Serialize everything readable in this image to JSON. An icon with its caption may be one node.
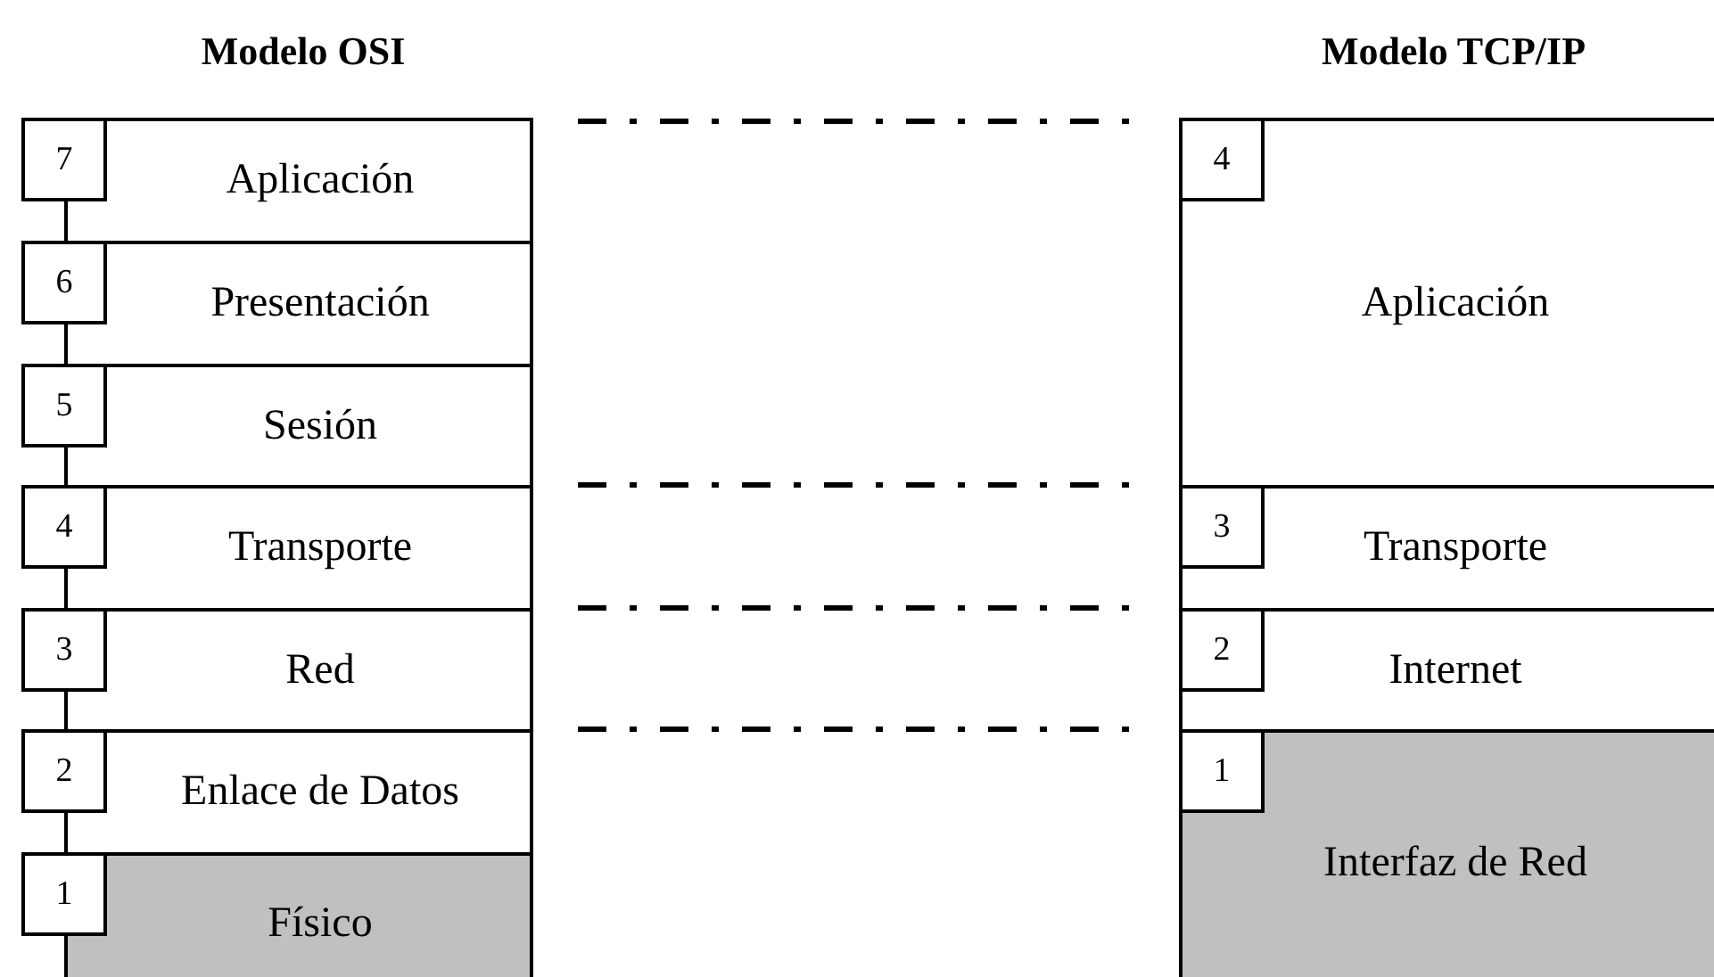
{
  "diagram": {
    "nodes": [
      {
        "text": [
          "7"
        ]
      },
      {
        "text": [
          "Aplicación"
        ]
      },
      {
        "text": [
          "6"
        ]
      },
      {
        "text": [
          "Presentación"
        ]
      },
      {
        "text": [
          "5"
        ]
      },
      {
        "text": [
          "Sesión"
        ]
      },
      {
        "text": [
          "4"
        ]
      },
      {
        "text": [
          "Transporte"
        ]
      },
      {
        "text": [
          "3"
        ]
      },
      {
        "text": [
          "Red"
        ]
      },
      {
        "text": [
          "2"
        ]
      },
      {
        "text": [
          "Enlace de Datos"
        ]
      },
      {
        "text": [
          "1"
        ]
      },
      {
        "text": [
          "Físico"
        ]
      },
      {
        "text": [
          "Aplicación"
        ]
      },
      {
        "text": [
          "4"
        ],
        "in": 14
      },
      {
        "text": [
          "Transporte"
        ]
      },
      {
        "text": [
          "3"
        ],
        "in": 16
      },
      {
        "text": [
          "Internet"
        ]
      },
      {
        "text": [
          "2"
        ],
        "in": 18
      },
      {
        "text": [
          "Interfaz de Red"
        ]
      },
      {
        "text": [
          "1"
        ],
        "in": 20
      }
    ],
    "labels": [
      "Modelo OSI",
      "Modelo TCP/IP"
    ]
  }
}
